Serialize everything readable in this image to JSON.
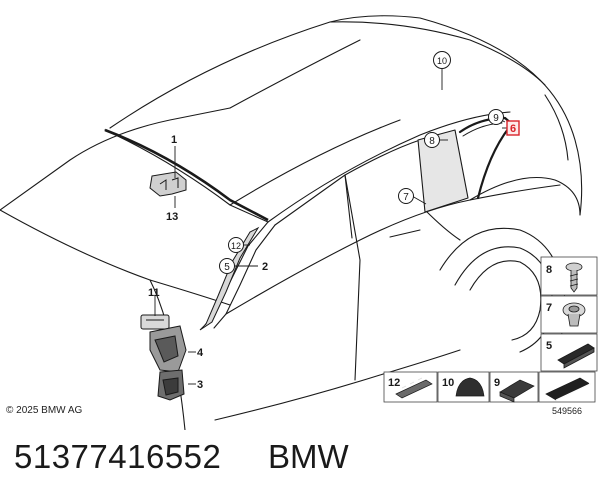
{
  "callouts": {
    "c1": "1",
    "c2": "2",
    "c3": "3",
    "c4": "4",
    "c5": "5",
    "c6": "6",
    "c7": "7",
    "c8": "8",
    "c9": "9",
    "c10": "10",
    "c11": "11",
    "c12": "12",
    "c13": "13"
  },
  "legend": {
    "right": [
      "8",
      "7",
      "5"
    ],
    "bottom": [
      "12",
      "10",
      "9"
    ]
  },
  "copyright": "© 2025 BMW AG",
  "diagram_number": "549566",
  "caption": {
    "part_number": "51377416552",
    "brand": "BMW"
  },
  "colors": {
    "line": "#1a1a1a",
    "highlight": "#d9232a",
    "part_fill": "#d9d9d9",
    "part_dark": "#3c3c3c",
    "glass": "#e6e6e6"
  }
}
